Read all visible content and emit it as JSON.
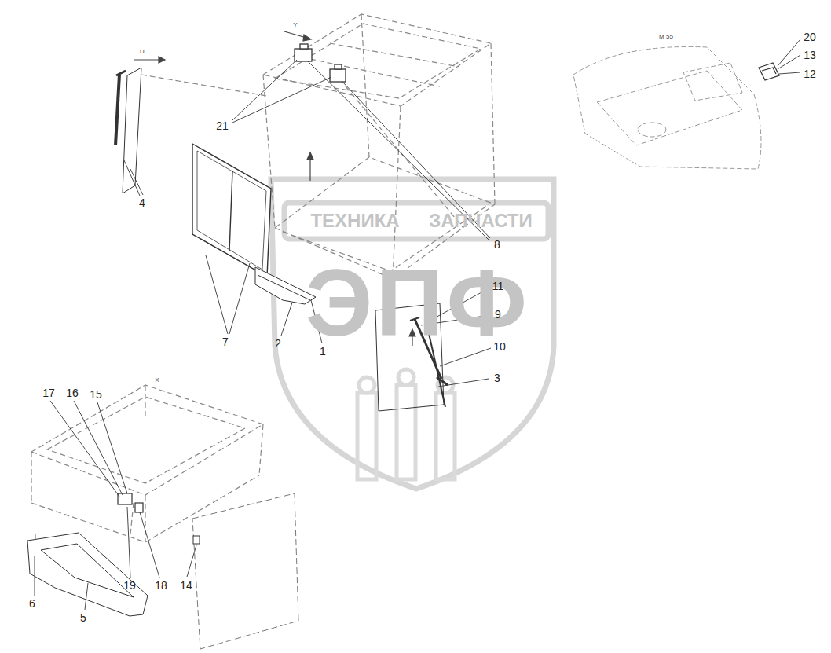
{
  "diagram": {
    "labels": [
      "Y",
      "U",
      "M 55",
      "20",
      "13",
      "12",
      "21",
      "4",
      "7",
      "ТЕХНИКА",
      "ЗАПЧАСТИ",
      "8",
      "ЭПФ",
      "11",
      "9",
      "2",
      "1",
      "10",
      "3",
      "X",
      "17",
      "16",
      "15",
      "6",
      "5",
      "19",
      "18",
      "14"
    ]
  }
}
